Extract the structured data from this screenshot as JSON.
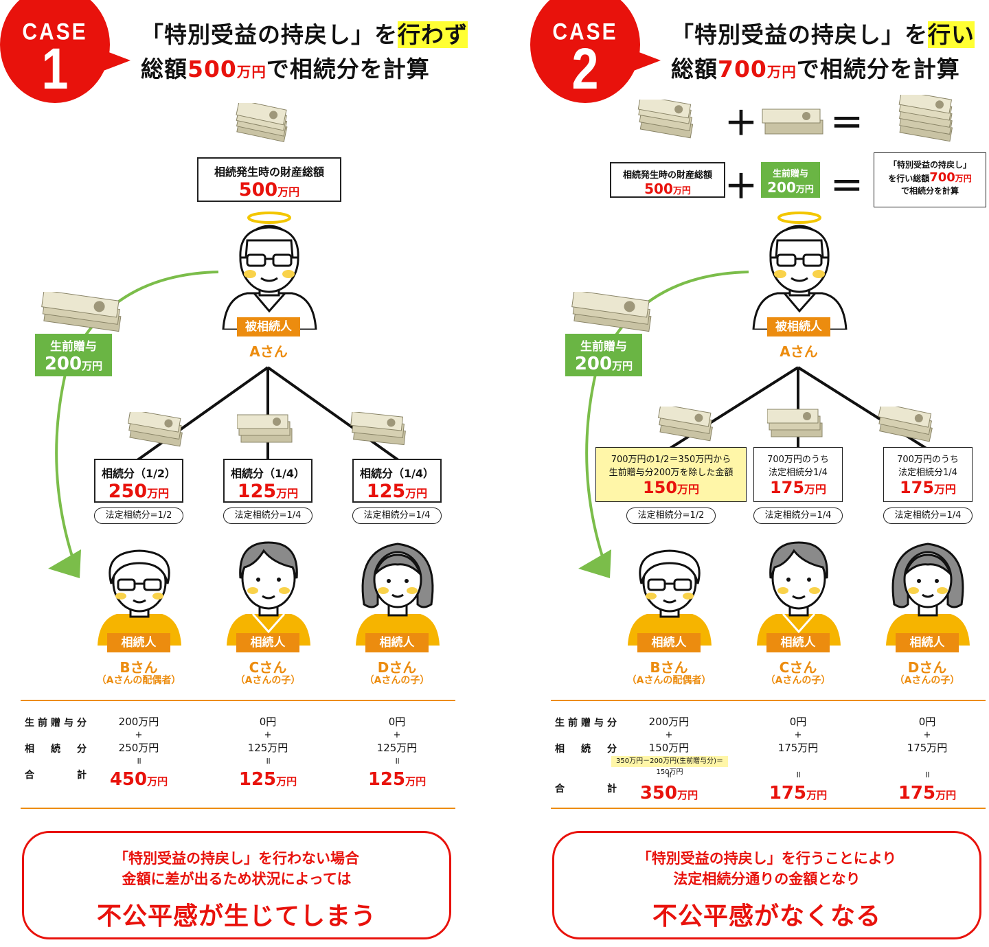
{
  "colors": {
    "red": "#e8120c",
    "orange": "#ec8c0f",
    "green": "#6ab544",
    "yellow": "#ffff33"
  },
  "case1": {
    "case_word": "CASE",
    "case_number": "1",
    "headline1_pre": "「特別受益の持戻し」を",
    "headline1_hl": "行わず",
    "headline2_pre": "総額",
    "headline2_num": "500",
    "headline2_unit": "万円",
    "headline2_post": "で相続分を計算",
    "estate_label": "相続発生時の財産総額",
    "estate_num": "500",
    "estate_unit": "万円",
    "gift_label": "生前贈与",
    "gift_num": "200",
    "gift_unit": "万円",
    "decedent_tag": "被相続人",
    "decedent_name": "Aさん",
    "heirs": [
      {
        "share_label": "相続分（1/2）",
        "share_num": "250",
        "share_unit": "万円",
        "legal": "法定相続分=1/2",
        "tag": "相続人",
        "name": "Bさん",
        "relation": "（Aさんの配偶者）"
      },
      {
        "share_label": "相続分（1/4）",
        "share_num": "125",
        "share_unit": "万円",
        "legal": "法定相続分=1/4",
        "tag": "相続人",
        "name": "Cさん",
        "relation": "（Aさんの子）"
      },
      {
        "share_label": "相続分（1/4）",
        "share_num": "125",
        "share_unit": "万円",
        "legal": "法定相続分=1/4",
        "tag": "相続人",
        "name": "Dさん",
        "relation": "（Aさんの子）"
      }
    ],
    "table": {
      "row1_label": "生前贈与分",
      "row2_label": "相　続　分",
      "row3_label": "合　　　計",
      "plus": "+",
      "equals": "॥",
      "cols": [
        {
          "gift": "200万円",
          "share": "250万円",
          "total_num": "450",
          "total_unit": "万円"
        },
        {
          "gift": "0円",
          "share": "125万円",
          "total_num": "125",
          "total_unit": "万円"
        },
        {
          "gift": "0円",
          "share": "125万円",
          "total_num": "125",
          "total_unit": "万円"
        }
      ]
    },
    "summary_line1": "「特別受益の持戻し」を行わない場合",
    "summary_line2": "金額に差が出るため状況によっては",
    "summary_line3": "不公平感が生じてしまう"
  },
  "case2": {
    "case_word": "CASE",
    "case_number": "2",
    "headline1_pre": "「特別受益の持戻し」を",
    "headline1_hl": "行い",
    "headline2_pre": "総額",
    "headline2_num": "700",
    "headline2_unit": "万円",
    "headline2_post": "で相続分を計算",
    "plus_sign": "＋",
    "equal_sign": "＝",
    "estate_label": "相続発生時の財産総額",
    "estate_num": "500",
    "estate_unit": "万円",
    "gift_box_label": "生前贈与",
    "gift_box_num": "200",
    "gift_box_unit": "万円",
    "result_line1": "「特別受益の持戻し」",
    "result_line2_pre": "を行い総額",
    "result_line2_num": "700",
    "result_line2_unit": "万円",
    "result_line3": "で相続分を計算",
    "gift_label": "生前贈与",
    "gift_num": "200",
    "gift_unit": "万円",
    "decedent_tag": "被相続人",
    "decedent_name": "Aさん",
    "heirs": [
      {
        "line1": "700万円の1/2＝350万円から",
        "line2": "生前贈与分200万を除した金額",
        "share_num": "150",
        "share_unit": "万円",
        "legal": "法定相続分=1/2",
        "tag": "相続人",
        "name": "Bさん",
        "relation": "（Aさんの配偶者）"
      },
      {
        "line1": "700万円のうち",
        "line2": "法定相続分1/4",
        "share_num": "175",
        "share_unit": "万円",
        "legal": "法定相続分=1/4",
        "tag": "相続人",
        "name": "Cさん",
        "relation": "（Aさんの子）"
      },
      {
        "line1": "700万円のうち",
        "line2": "法定相続分1/4",
        "share_num": "175",
        "share_unit": "万円",
        "legal": "法定相続分=1/4",
        "tag": "相続人",
        "name": "Dさん",
        "relation": "（Aさんの子）"
      }
    ],
    "table": {
      "row1_label": "生前贈与分",
      "row2_label": "相　続　分",
      "row3_label": "合　　　計",
      "plus": "+",
      "equals": "॥",
      "note": "350万円－200万円(生前贈与分)＝150万円",
      "cols": [
        {
          "gift": "200万円",
          "share": "150万円",
          "total_num": "350",
          "total_unit": "万円"
        },
        {
          "gift": "0円",
          "share": "175万円",
          "total_num": "175",
          "total_unit": "万円"
        },
        {
          "gift": "0円",
          "share": "175万円",
          "total_num": "175",
          "total_unit": "万円"
        }
      ]
    },
    "summary_line1": "「特別受益の持戻し」を行うことにより",
    "summary_line2": "法定相続分通りの金額となり",
    "summary_line3": "不公平感がなくなる"
  }
}
